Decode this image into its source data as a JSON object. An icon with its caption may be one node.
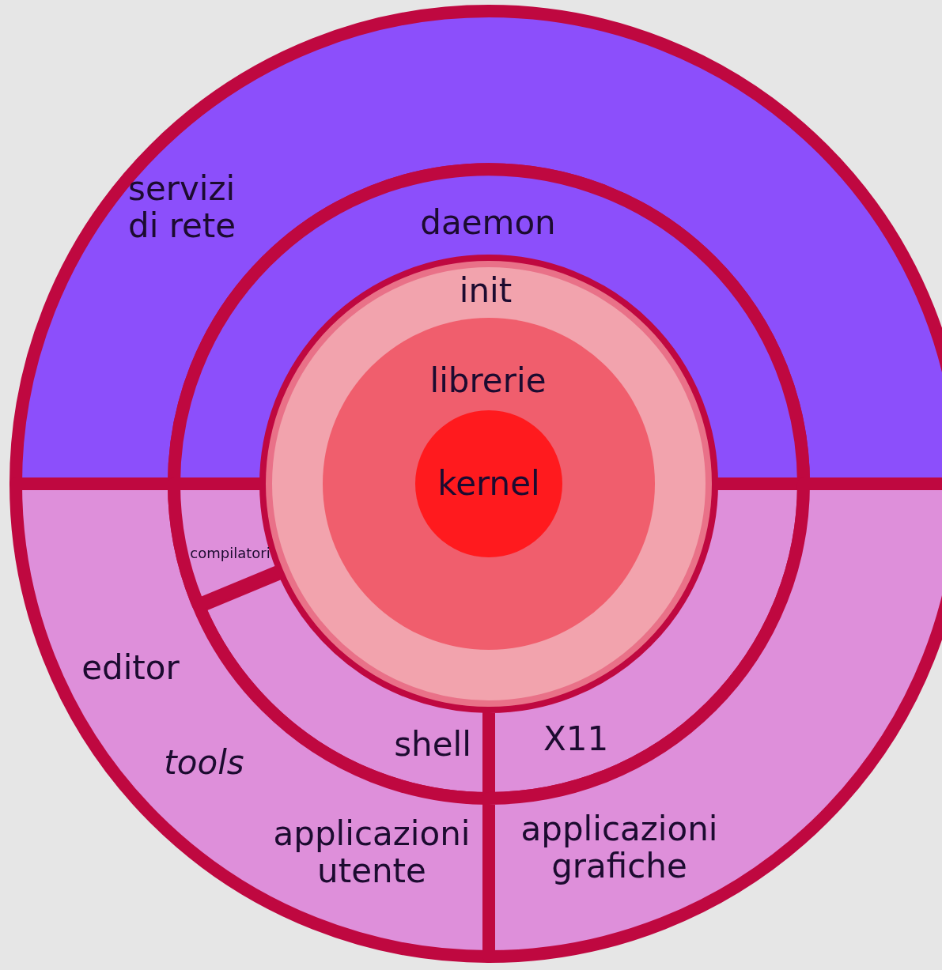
{
  "diagram": {
    "nodes": [
      {
        "text": [
          "servizi di rete"
        ]
      },
      {
        "text": [
          "daemon"
        ]
      },
      {
        "text": [
          "init"
        ]
      },
      {
        "text": [
          "librerie"
        ],
        "in": 2
      },
      {
        "text": [
          "kernel"
        ],
        "in": 3
      },
      {
        "text": [
          "compilatori"
        ]
      },
      {
        "text": [
          "shell"
        ]
      },
      {
        "text": [
          "X11"
        ]
      },
      {
        "text": [
          "applicazioni utente"
        ]
      },
      {
        "text": [
          "applicazioni grafiche"
        ]
      }
    ],
    "edges": [],
    "labels": [
      "editor",
      "tools"
    ]
  }
}
